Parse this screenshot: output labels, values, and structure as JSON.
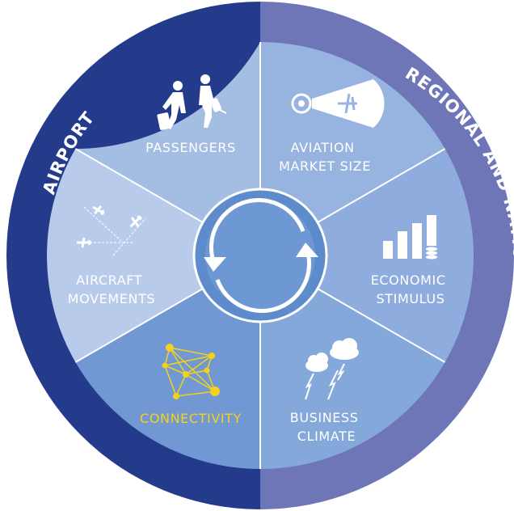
{
  "ring": {
    "left_label": "AIRPORT",
    "right_label": "REGIONAL AND NATIONAL ECONOMY"
  },
  "segments": {
    "passengers": {
      "label": "PASSENGERS"
    },
    "aviation_market_size": {
      "line1": "AVIATION",
      "line2": "MARKET SIZE"
    },
    "economic_stimulus": {
      "line1": "ECONOMIC",
      "line2": "STIMULUS"
    },
    "business_climate": {
      "line1": "BUSINESS",
      "line2": "CLIMATE"
    },
    "connectivity": {
      "label": "CONNECTIVITY"
    },
    "aircraft_movements": {
      "line1": "AIRCRAFT",
      "line2": "MOVEMENTS"
    }
  },
  "colors": {
    "ring_left": "#243b8c",
    "ring_right": "#6e76b8",
    "accent_yellow": "#f2d21b"
  }
}
